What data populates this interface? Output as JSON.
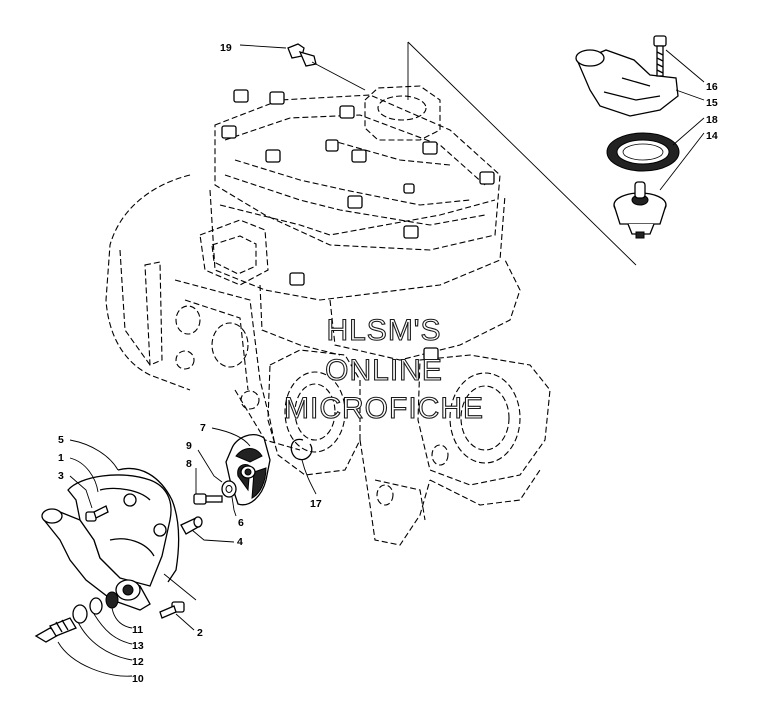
{
  "watermark": {
    "line1": "HLSM'S",
    "line2": "ONLINE",
    "line3": "MICROFICHE"
  },
  "callouts": {
    "p1": "1",
    "p2": "2",
    "p3": "3",
    "p4": "4",
    "p5": "5",
    "p6": "6",
    "p7": "7",
    "p8": "8",
    "p9": "9",
    "p10": "10",
    "p11": "11",
    "p12": "12",
    "p13": "13",
    "p14": "14",
    "p15": "15",
    "p16": "16",
    "p17": "17",
    "p18": "18",
    "p19": "19"
  }
}
